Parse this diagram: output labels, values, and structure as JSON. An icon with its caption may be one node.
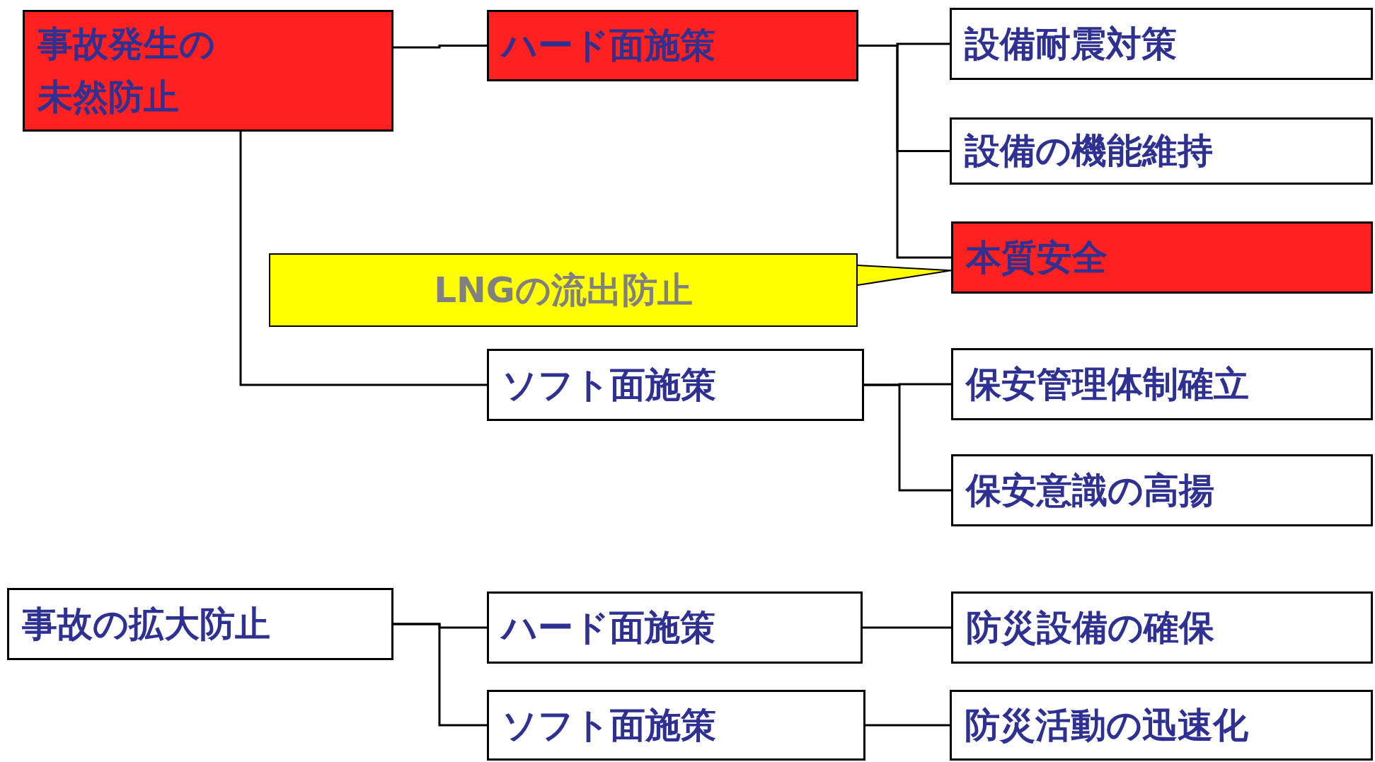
{
  "diagram": {
    "nodes": [
      {
        "text": [
          "事故発生の未然防止"
        ]
      },
      {
        "text": [
          "ハード面施策"
        ]
      },
      {
        "text": [
          "設備耐震対策"
        ]
      },
      {
        "text": [
          "設備の機能維持"
        ]
      },
      {
        "text": [
          "本質安全"
        ]
      },
      {
        "text": [
          "LNGの流出防止"
        ]
      },
      {
        "text": [
          "ソフト面施策"
        ]
      },
      {
        "text": [
          "保安管理体制確立"
        ]
      },
      {
        "text": [
          "保安意識の高揚"
        ]
      },
      {
        "text": [
          "事故の拡大防止"
        ]
      },
      {
        "text": [
          "ハード面施策"
        ]
      },
      {
        "text": [
          "防災設備の確保"
        ]
      },
      {
        "text": [
          "ソフト面施策"
        ]
      },
      {
        "text": [
          "防災活動の迅速化"
        ]
      }
    ],
    "edges": [
      {
        "from": 0,
        "to": 1,
        "arrow": "none"
      },
      {
        "from": 0,
        "to": 6,
        "arrow": "none"
      },
      {
        "from": 1,
        "to": 2,
        "arrow": "none"
      },
      {
        "from": 1,
        "to": 3,
        "arrow": "none"
      },
      {
        "from": 1,
        "to": 4,
        "arrow": "none"
      },
      {
        "from": 5,
        "to": 4,
        "arrow": "none"
      },
      {
        "from": 6,
        "to": 7,
        "arrow": "none"
      },
      {
        "from": 6,
        "to": 8,
        "arrow": "none"
      },
      {
        "from": 9,
        "to": 10,
        "arrow": "none"
      },
      {
        "from": 9,
        "to": 12,
        "arrow": "none"
      },
      {
        "from": 10,
        "to": 11,
        "arrow": "none"
      },
      {
        "from": 12,
        "to": 13,
        "arrow": "none"
      }
    ]
  }
}
